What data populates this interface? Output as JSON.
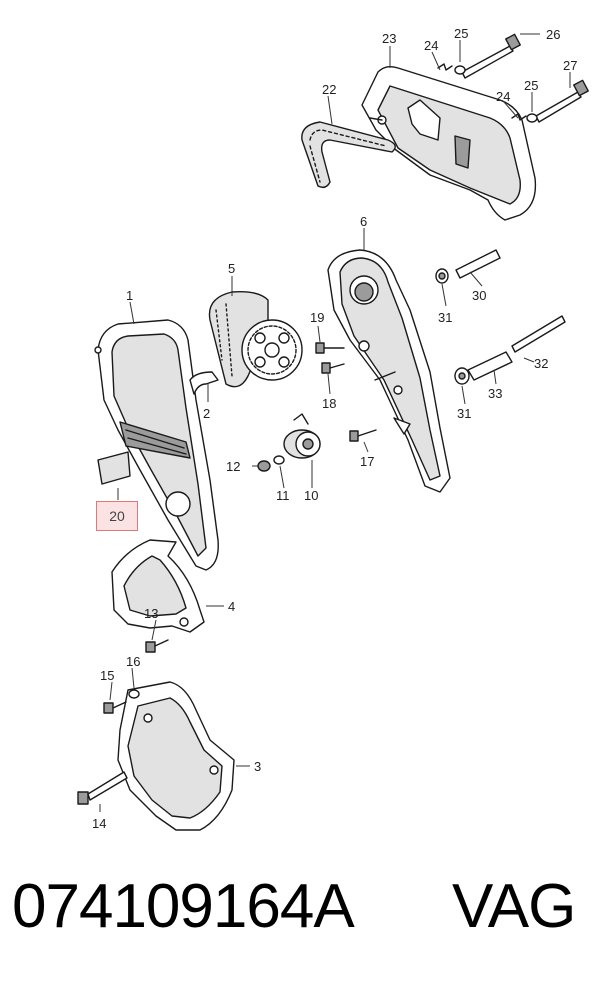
{
  "diagram": {
    "callouts": {
      "c1": "1",
      "c2": "2",
      "c3": "3",
      "c4": "4",
      "c5": "5",
      "c6": "6",
      "c10": "10",
      "c11": "11",
      "c12": "12",
      "c13": "13",
      "c14": "14",
      "c15": "15",
      "c16": "16",
      "c17": "17",
      "c18": "18",
      "c19": "19",
      "c22": "22",
      "c23": "23",
      "c24a": "24",
      "c24b": "24",
      "c25a": "25",
      "c25b": "25",
      "c26": "26",
      "c27": "27",
      "c30": "30",
      "c31a": "31",
      "c31b": "31",
      "c32": "32",
      "c33": "33"
    },
    "highlighted_callout": "20",
    "highlight_color": "#e07a7a"
  },
  "footer": {
    "part_number": "074109164A",
    "brand": "VAG"
  }
}
